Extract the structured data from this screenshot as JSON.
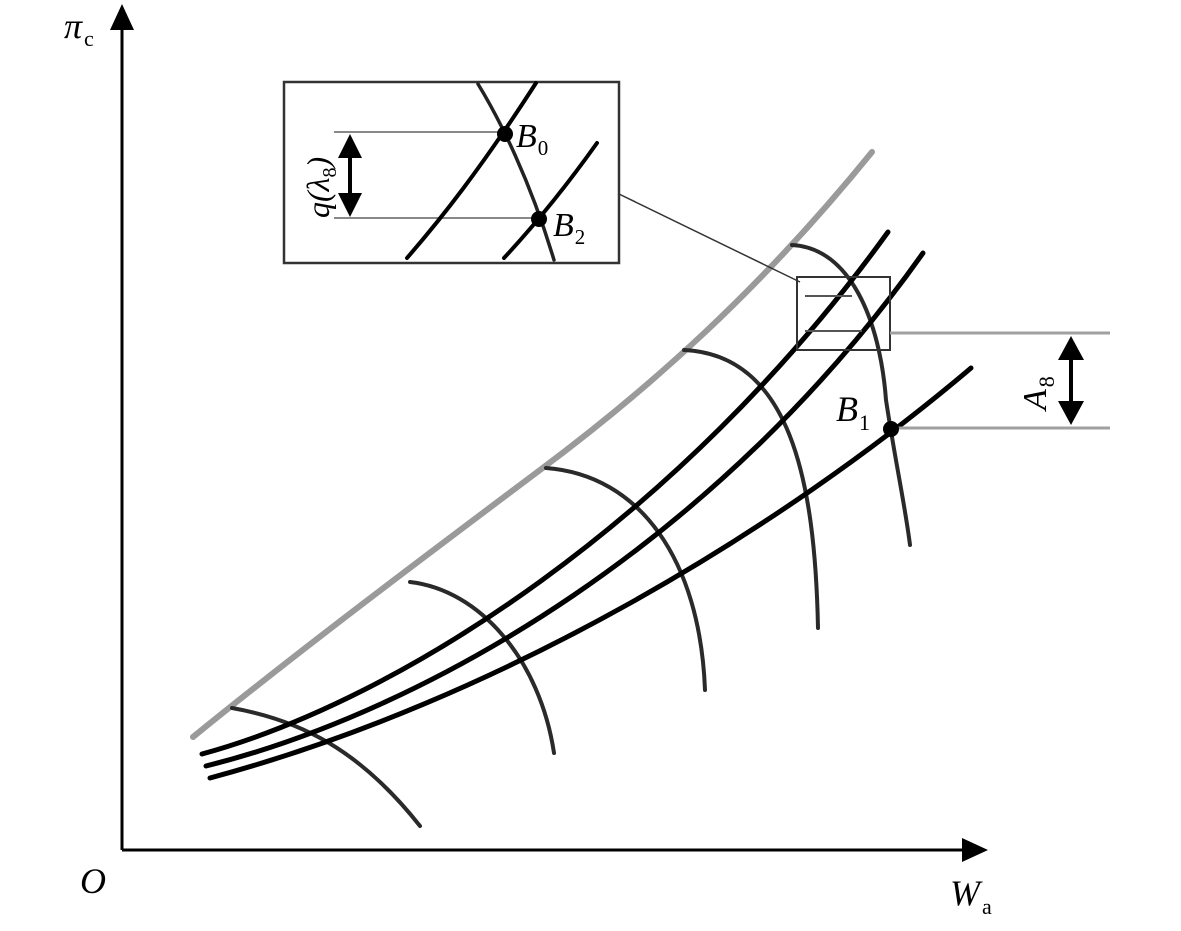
{
  "axes": {
    "y_symbol": "π",
    "y_subscript": "c",
    "x_symbol": "W",
    "x_subscript": "a",
    "origin": "O"
  },
  "points": {
    "b0": {
      "symbol": "B",
      "subscript": "0"
    },
    "b1": {
      "symbol": "B",
      "subscript": "1"
    },
    "b2": {
      "symbol": "B",
      "subscript": "2"
    }
  },
  "annotations": {
    "nozzle_area": {
      "symbol": "A",
      "subscript": "8"
    },
    "flow_function": {
      "prefix": "q(λ",
      "subscript": "8",
      "suffix": ")"
    }
  },
  "colors": {
    "line": "#1a1a1a",
    "surge_line": "#9a9a9a",
    "guide_line": "#a0a0a0"
  }
}
